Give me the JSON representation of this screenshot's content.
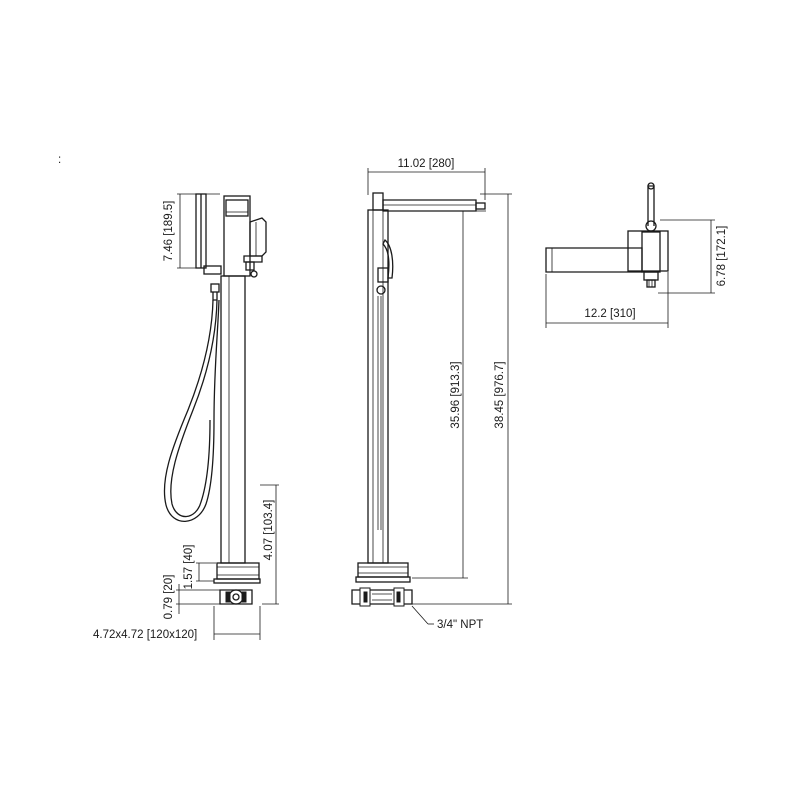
{
  "stray_mark": ":",
  "dimensions": {
    "handshower_height": "7.46 [189.5]",
    "shroud_height": "4.07 [103.4]",
    "base_height": "1.57 [40]",
    "connector_height": "0.79 [20]",
    "base_footprint": "4.72x4.72 [120x120]",
    "spout_reach": "11.02 [280]",
    "spout_height": "35.96 [913.3]",
    "overall_height": "38.45 [976.7]",
    "thread_callout": "3/4\" NPT",
    "top_length": "12.2 [310]",
    "top_width": "6.78 [172.1]"
  }
}
